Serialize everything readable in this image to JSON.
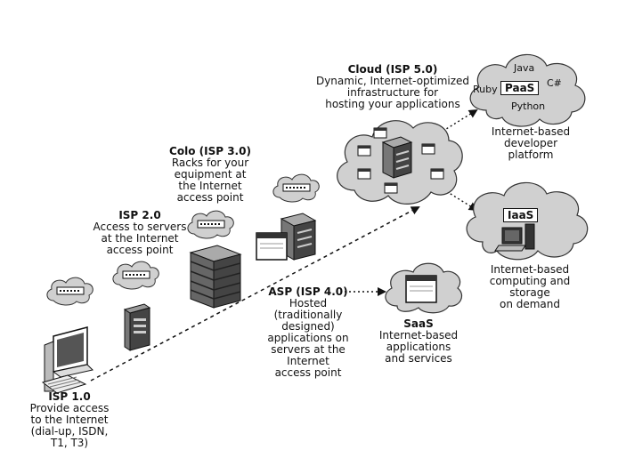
{
  "stages": {
    "isp1": {
      "title": "ISP 1.0",
      "desc": "Provide access\nto the Internet\n(dial-up, ISDN,\nT1, T3)"
    },
    "isp2": {
      "title": "ISP 2.0",
      "desc": "Access to servers\nat the Internet\naccess point"
    },
    "colo": {
      "title": "Colo (ISP 3.0)",
      "desc": "Racks for your\nequipment at\nthe Internet\naccess point"
    },
    "asp": {
      "title": "ASP (ISP 4.0)",
      "desc": "Hosted\n(traditionally\ndesigned)\napplications on\nservers at the\nInternet\naccess point"
    },
    "cloud": {
      "title": "Cloud (ISP 5.0)",
      "desc": "Dynamic, Internet-optimized\ninfrastructure for\nhosting your applications"
    }
  },
  "paas": {
    "label": "PaaS",
    "languages": {
      "java": "Java",
      "ruby": "Ruby",
      "csharp": "C#",
      "python": "Python"
    },
    "desc": "Internet-based\ndeveloper\nplatform"
  },
  "iaas": {
    "label": "IaaS",
    "desc": "Internet-based\ncomputing and\nstorage\non demand"
  },
  "saas": {
    "title": "SaaS",
    "desc": "Internet-based\napplications\nand services"
  }
}
